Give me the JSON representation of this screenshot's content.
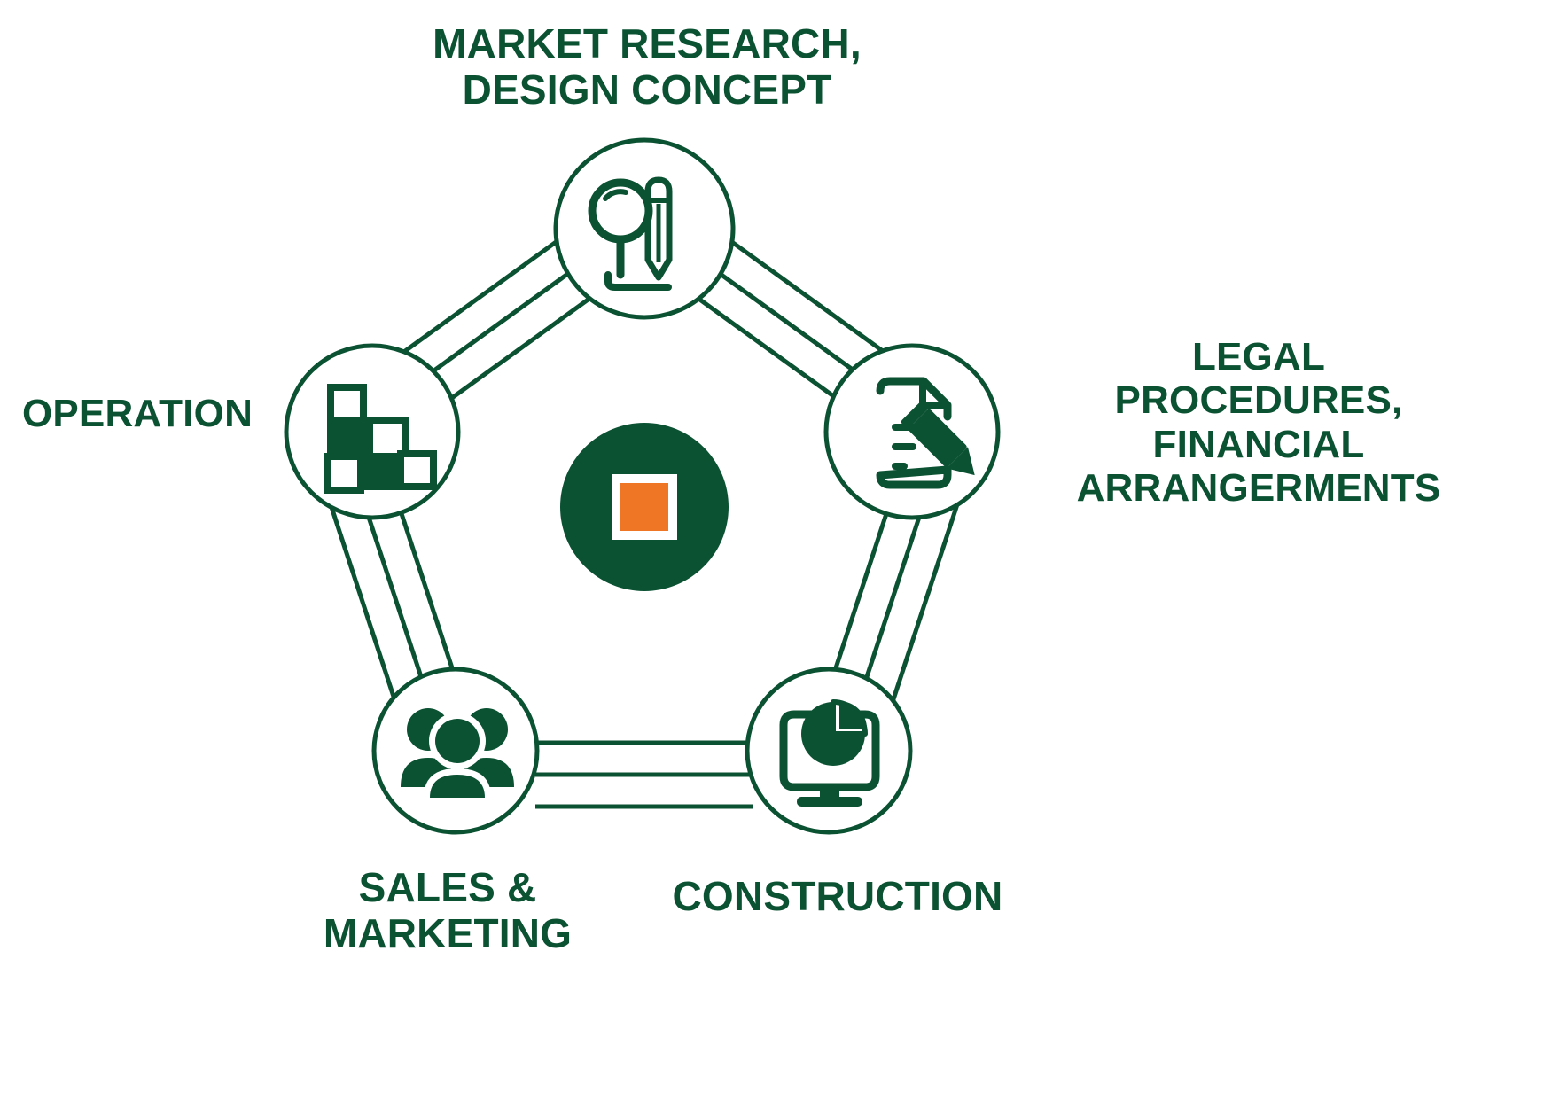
{
  "diagram": {
    "type": "pentagon-cycle",
    "title": "",
    "accent_green": "#0b5233",
    "accent_orange": "#ef7624",
    "background": "#ffffff",
    "center": {
      "name": "center-hub",
      "circle_color": "#0b5233",
      "inner_square_color": "#ef7624",
      "inner_border_color": "#ffffff",
      "label": ""
    },
    "nodes": [
      {
        "id": "market-research",
        "label": "MARKET RESEARCH,\nDESIGN CONCEPT",
        "icon": "magnifier-pencil-icon",
        "position": "top"
      },
      {
        "id": "legal-procedures",
        "label": "LEGAL\nPROCEDURES,\nFINANCIAL\nARRANGERMENTS",
        "icon": "document-pencil-icon",
        "position": "right"
      },
      {
        "id": "construction",
        "label": "CONSTRUCTION",
        "icon": "monitor-chart-icon",
        "position": "bottom-right"
      },
      {
        "id": "sales-marketing",
        "label": "SALES &\nMARKETING",
        "icon": "people-group-icon",
        "position": "bottom-left"
      },
      {
        "id": "operation",
        "label": "OPERATION",
        "icon": "blocks-grid-icon",
        "position": "left"
      }
    ]
  }
}
